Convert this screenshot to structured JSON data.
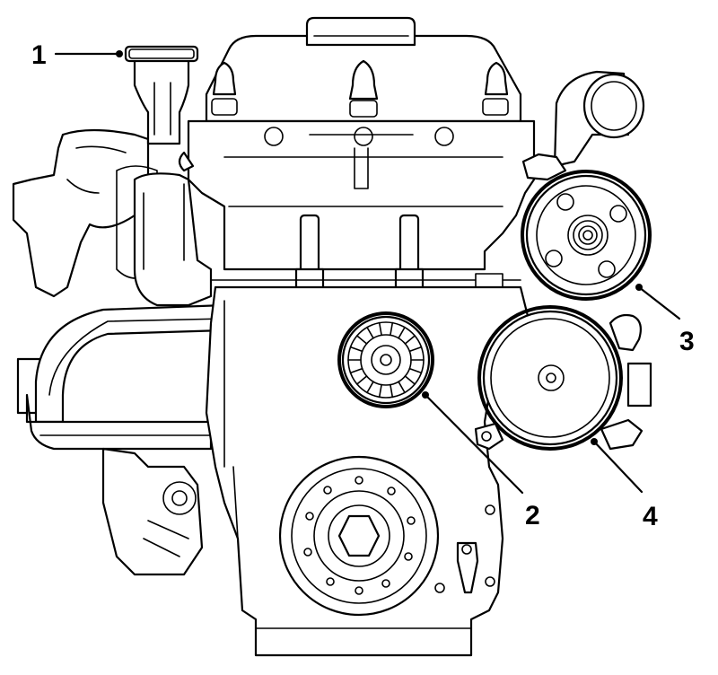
{
  "callouts": [
    {
      "number": "1",
      "part": "oil-filler-cap"
    },
    {
      "number": "2",
      "part": "idler-pulley"
    },
    {
      "number": "3",
      "part": "upper-pulley"
    },
    {
      "number": "4",
      "part": "alternator-pulley"
    }
  ],
  "colors": {
    "line": "#000000",
    "background": "#ffffff"
  }
}
